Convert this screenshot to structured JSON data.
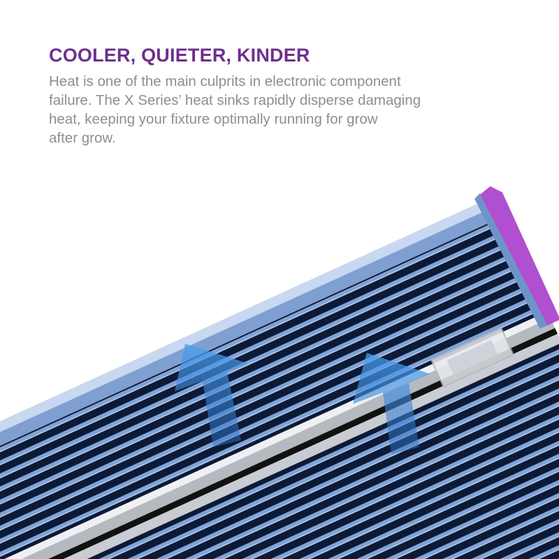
{
  "headline": "COOLER, QUIETER, KINDER",
  "body_lines": [
    "Heat is one of the main culprits in electronic component",
    "failure. The X Series’ heat sinks rapidly disperse damaging",
    "heat, keeping your fixture optimally running for grow",
    "after grow."
  ],
  "colors": {
    "headline": "#6e2f8f",
    "body": "#8e8e8e",
    "fin_dark": "#0d1a36",
    "fin_light": "#7fa3d6",
    "endcap": "#b04fd0",
    "arrow": "#3f8fe0"
  }
}
